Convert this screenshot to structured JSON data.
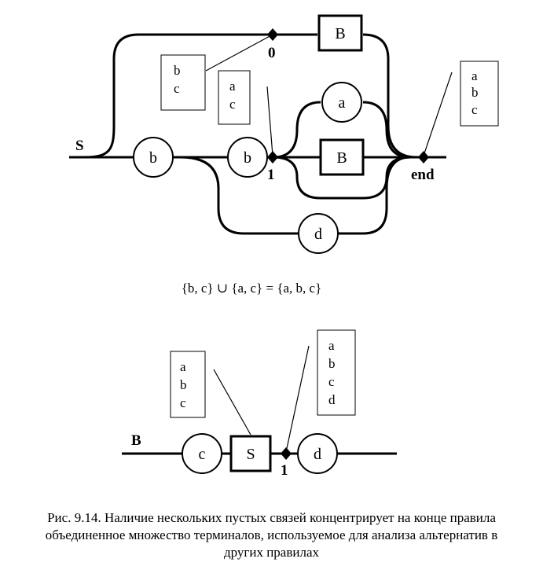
{
  "diagram_s": {
    "rule_label": "S",
    "nodes": {
      "b1": "b",
      "b2": "b",
      "B_top": "B",
      "a": "a",
      "B_mid": "B",
      "d": "d"
    },
    "junctions": {
      "zero": "0",
      "one": "1",
      "end": "end"
    },
    "sets": {
      "bc": [
        "b",
        "c"
      ],
      "ac": [
        "a",
        "c"
      ],
      "abc": [
        "a",
        "b",
        "c"
      ]
    }
  },
  "formula": "{b, c} ∪ {a, c} = {a, b, c}",
  "diagram_b": {
    "rule_label": "B",
    "nodes": {
      "c": "c",
      "S": "S",
      "d": "d"
    },
    "junctions": {
      "one": "1"
    },
    "sets": {
      "abc": [
        "a",
        "b",
        "c"
      ],
      "abcd": [
        "a",
        "b",
        "c",
        "d"
      ]
    }
  },
  "caption": {
    "line1": "Рис. 9.14. Наличие нескольких пустых связей концентрирует на конце правила",
    "line2": "объединенное множество терминалов, используемое для анализа альтернатив в",
    "line3": "других правилах"
  }
}
